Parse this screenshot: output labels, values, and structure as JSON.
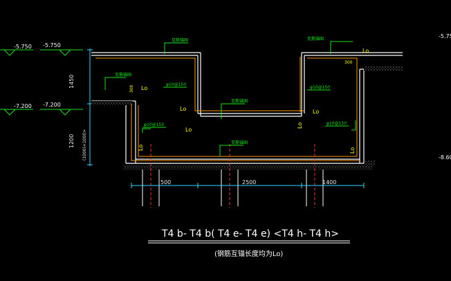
{
  "elevations": {
    "left_top_a": "-5.750",
    "left_top_b": "-5.750",
    "left_mid_a": "-7.200",
    "left_mid_b": "-7.200",
    "right_top": "-5.75",
    "right_bottom": "-8.60"
  },
  "dimensions": {
    "vertical_upper": "1450",
    "vertical_lower": "1200",
    "vertical_lower_alt": "(1000)<1000>",
    "horizontal_left": "500",
    "horizontal_mid": "2500",
    "horizontal_right": "1400",
    "wall_300_right": "300",
    "wall_300_left": "300"
  },
  "labels": {
    "anchor_label": "Lo",
    "rebar_note": "见筋锚固",
    "rebar_spacing_1": "φ10@150",
    "rebar_spacing_2": "φ10@150",
    "rebar_spacing_3": "φ10@150",
    "rebar_spacing_4": "φ10@150"
  },
  "caption": {
    "main": "T4 b- T4 b( T4 e- T4 e) <T4 h- T4 h>",
    "sub": "(钢筋互锚长度均为Lo)"
  },
  "colors": {
    "background": "#000000",
    "structure": "#ffffff",
    "rebar_green": "#19e619",
    "rebar_orange": "#ff9900",
    "dimension_cyan": "#35d7ff",
    "pile_red": "#ff3333",
    "text_yellow": "#ffff00"
  }
}
